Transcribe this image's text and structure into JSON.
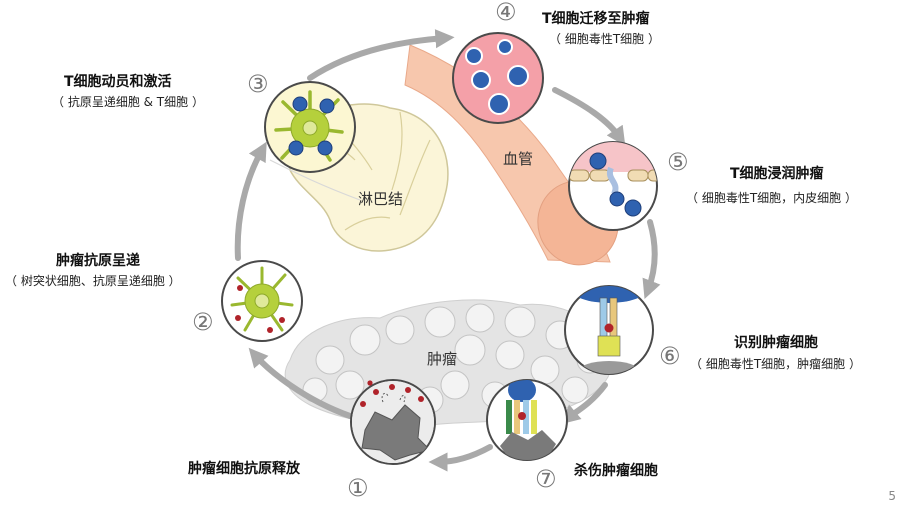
{
  "steps": [
    {
      "number": "①",
      "title": "肿瘤细胞抗原释放",
      "subtitle": ""
    },
    {
      "number": "②",
      "title": "肿瘤抗原呈递",
      "subtitle": "（ 树突状细胞、抗原呈递细胞 ）"
    },
    {
      "number": "③",
      "title": "T细胞动员和激活",
      "subtitle": "（ 抗原呈递细胞 & T细胞 ）"
    },
    {
      "number": "④",
      "title": "T细胞迁移至肿瘤",
      "subtitle": "（ 细胞毒性T细胞 ）"
    },
    {
      "number": "⑤",
      "title": "T细胞浸润肿瘤",
      "subtitle": "（ 细胞毒性T细胞，内皮细胞 ）"
    },
    {
      "number": "⑥",
      "title": "识别肿瘤细胞",
      "subtitle": "（ 细胞毒性T细胞，肿瘤细胞 ）"
    },
    {
      "number": "⑦",
      "title": "杀伤肿瘤细胞",
      "subtitle": ""
    }
  ],
  "anatomy": {
    "lymph_node": "淋巴结",
    "blood_vessel": "血管",
    "tumor": "肿瘤"
  },
  "page_number": "5",
  "colors": {
    "cycle_arrow": "#a9a9a9",
    "t_cell": "#2f62b0",
    "dendritic_cell": "#b5d03c",
    "antigen": "#b0232a",
    "vessel_bg": "#f3a0a8",
    "vessel": "#f7c3a8",
    "lymph_node": "#fbf5d8",
    "tumor_cell": "#7a7a7a"
  }
}
